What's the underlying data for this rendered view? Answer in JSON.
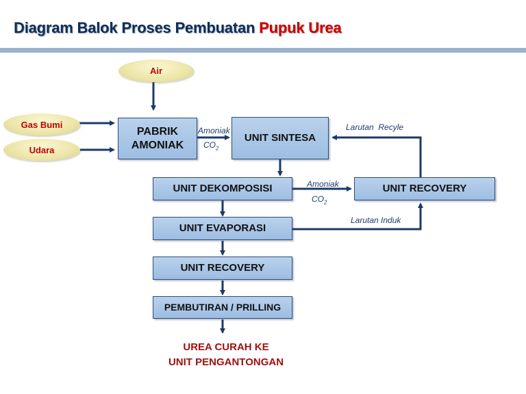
{
  "title": {
    "main": "Diagram Balok Proses Pembuatan",
    "highlight": "Pupuk Urea"
  },
  "inputs": {
    "air": "Air",
    "gas_bumi": "Gas Bumi",
    "udara": "Udara"
  },
  "boxes": {
    "pabrik_amoniak_line1": "PABRIK",
    "pabrik_amoniak_line2": "AMONIAK",
    "unit_sintesa": "UNIT SINTESA",
    "unit_dekomposisi": "UNIT DEKOMPOSISI",
    "unit_evaporasi": "UNIT EVAPORASI",
    "unit_recovery_main": "UNIT RECOVERY",
    "unit_recovery_right": "UNIT RECOVERY",
    "pembutiran": "PEMBUTIRAN / PRILLING"
  },
  "labels": {
    "amoniak_1": "Amoniak",
    "co2_1": "CO",
    "co2_1_sub": "2",
    "amoniak_2": "Amoniak",
    "co2_2": "CO",
    "co2_2_sub": "2",
    "larutan_recycle": "Larutan  Recyle",
    "larutan_induk": "Larutan Induk"
  },
  "output": {
    "line1": "UREA CURAH KE",
    "line2": "UNIT PENGANTONGAN"
  },
  "colors": {
    "title": "#0f2d55",
    "title_highlight": "#cc0000",
    "arrow": "#1b3a66",
    "box_fill": "#aac6e7",
    "ellipse_fill": "#ece5a8",
    "output_text": "#a01010"
  }
}
